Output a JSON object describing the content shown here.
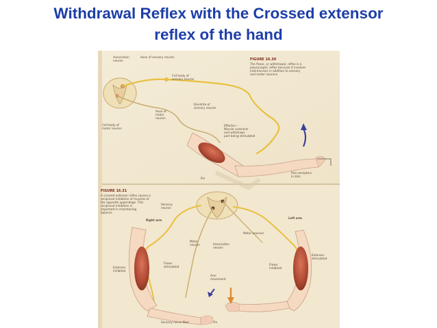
{
  "slide": {
    "title_line1": "Withdrawal Reflex with the Crossed extensor",
    "title_line2": "reflex of the hand"
  },
  "figure_top": {
    "figure_label": "FIGURE 16.30",
    "caption": [
      "The flexor, or withdrawal, reflex is a",
      "polysynaptic reflex because it involves",
      "interneurons in addition to sensory",
      "and motor neurons."
    ],
    "labels": {
      "association_neuron": [
        "Association",
        "neuron"
      ],
      "axon_sensory": "Axon of sensory neuron",
      "cell_body_sensory": [
        "Cell body of",
        "sensory neuron"
      ],
      "dendrite_sensory": [
        "Dendrite of",
        "sensory neuron"
      ],
      "axon_motor": [
        "Axon of",
        "motor",
        "neuron"
      ],
      "cell_body_motor": [
        "Cell body of",
        "motor neuron"
      ],
      "effector": [
        "Effector—",
        "Muscle contracts",
        "and withdraws",
        "part being stimulated"
      ],
      "pain_receptor": [
        "Pain receptors",
        "in skin"
      ],
      "pin": "Pin"
    }
  },
  "figure_bottom": {
    "figure_label": "FIGURE 16.31",
    "caption": [
      "A crossed extensor reflex causes a",
      "reciprocal inhibition of muscles of",
      "the opposite appendage. This",
      "reciprocal inhibition is",
      "important in maintaining",
      "balance."
    ],
    "labels": {
      "sensory_neuron": [
        "Sensory",
        "neuron"
      ],
      "right_arm": "Right arm",
      "left_arm": "Left arm",
      "motor_neuron_left": [
        "Motor",
        "neuron"
      ],
      "association_neuron": [
        "Association",
        "neuron"
      ],
      "motor_neurons_right": "Motor neurons",
      "extensor_inhibited": [
        "Extensor",
        "inhibited"
      ],
      "flexor_stimulated": [
        "Flexor",
        "stimulated"
      ],
      "arm_movement": [
        "Arm",
        "movement"
      ],
      "flexor_inhibited": [
        "Flexor",
        "inhibited"
      ],
      "extensor_stimulated": [
        "Extensor",
        "stimulated"
      ],
      "sensory_nerve_fiber": "Sensory nerve fiber",
      "pin": "Pin"
    }
  },
  "colors": {
    "title": "#1d3ea8",
    "page_background": "#f6eed8",
    "muscle": "#b8503a",
    "nerve": "#e8c040",
    "skin": "#f5d9c0",
    "arrow_blue": "#3c3f9a",
    "arrow_orange": "#e08a30"
  }
}
